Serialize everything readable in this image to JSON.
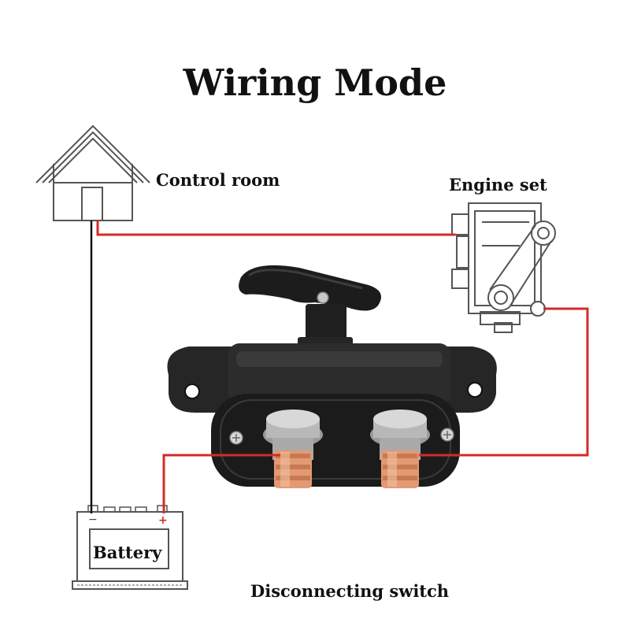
{
  "diagram": {
    "title": "Wiring Mode",
    "labels": {
      "control_room": "Control room",
      "engine_set": "Engine set",
      "battery": "Battery",
      "disconnecting_switch": "Disconnecting switch"
    },
    "battery_terminals": {
      "negative": "−",
      "positive": "+"
    },
    "colors": {
      "positive_wire": "#d42a2a",
      "negative_wire": "#111111",
      "switch_body": "#1e1e1e",
      "terminal_copper": "#e0956f",
      "line_art": "#555555"
    },
    "icons": [
      "house-icon",
      "engine-icon",
      "battery-icon",
      "switch-image"
    ]
  }
}
